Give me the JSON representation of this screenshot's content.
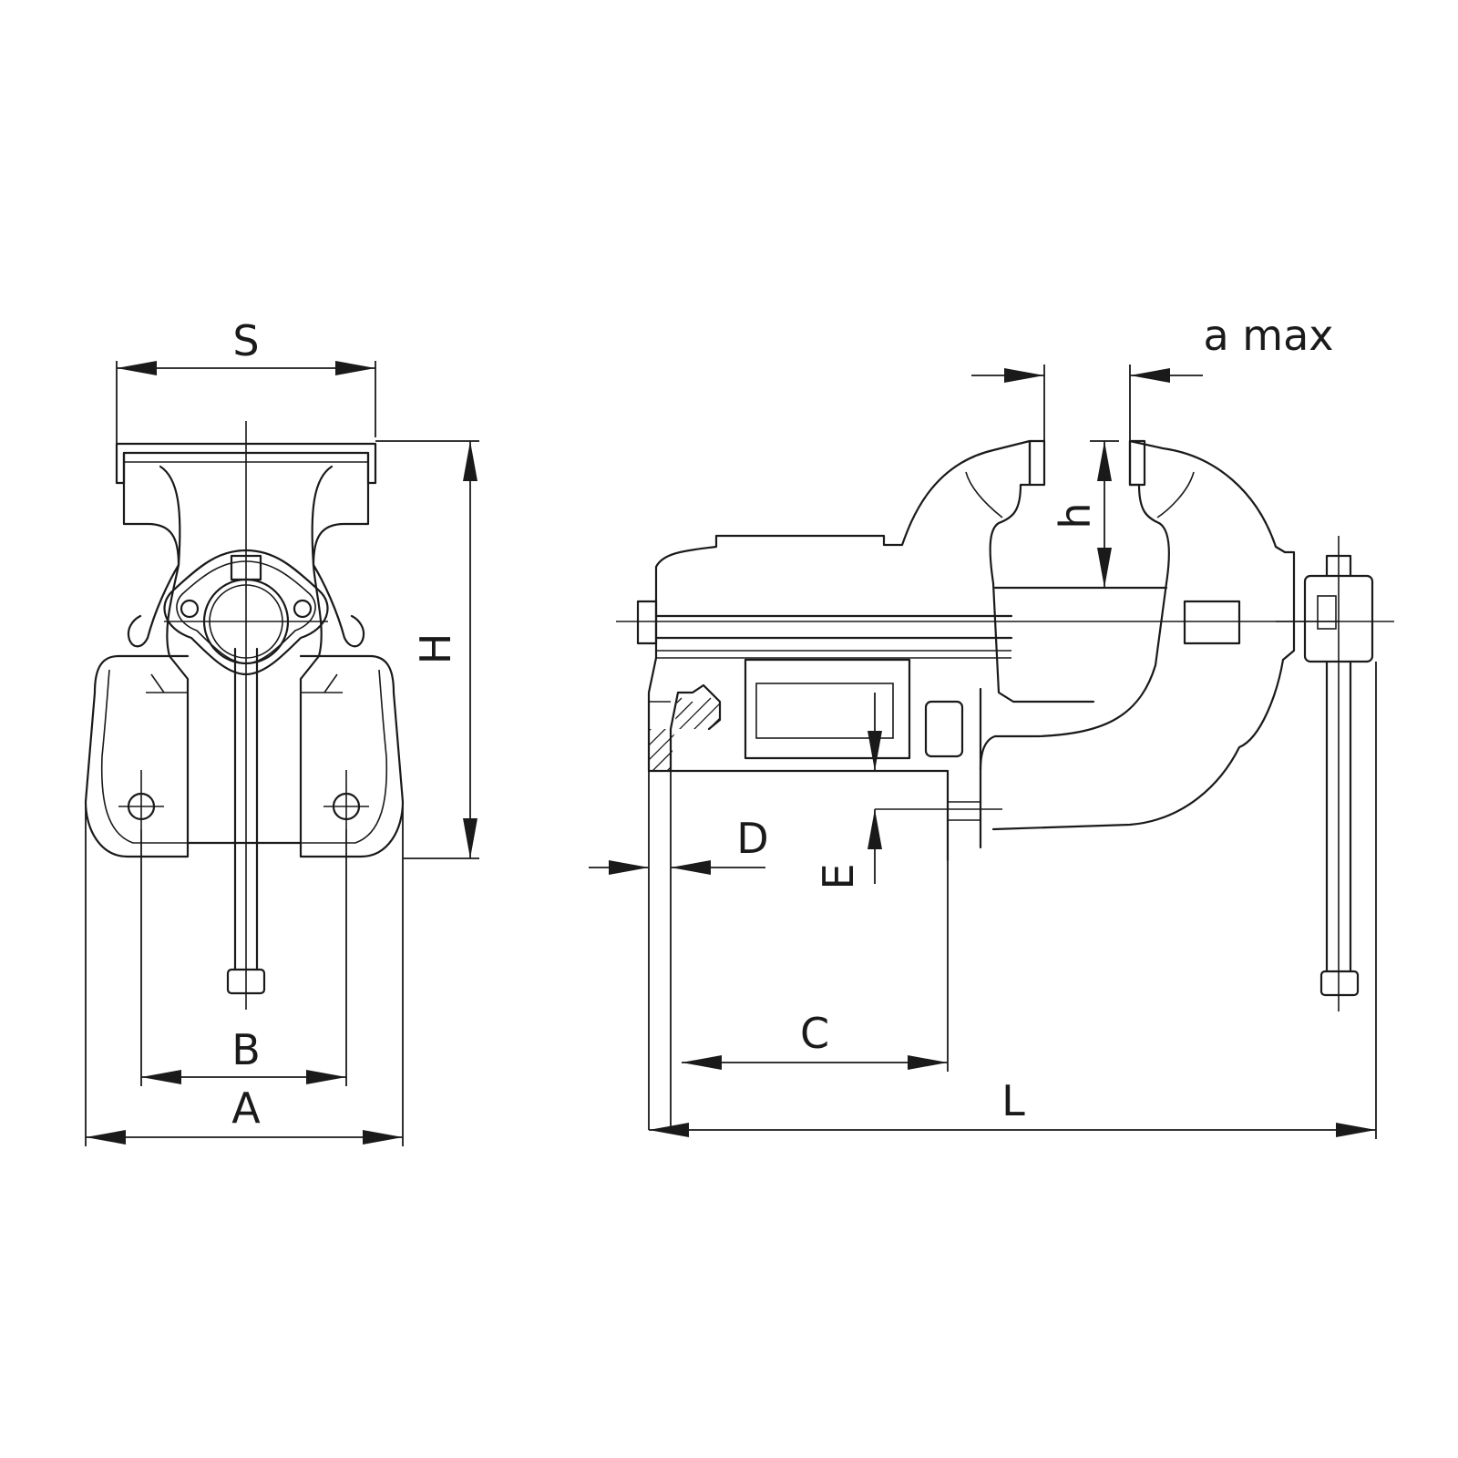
{
  "labels": {
    "S": "S",
    "H": "H",
    "B": "B",
    "A": "A",
    "a_max": "a max",
    "h": "h",
    "D": "D",
    "E": "E",
    "C": "C",
    "L": "L"
  }
}
